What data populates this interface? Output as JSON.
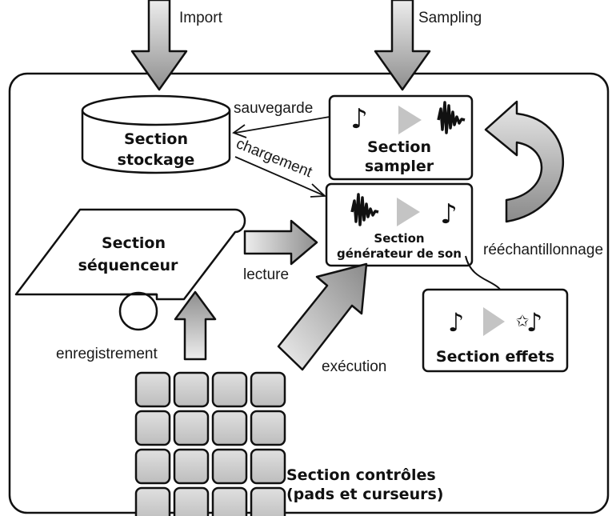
{
  "labels": {
    "import": "Import",
    "sampling": "Sampling",
    "sauvegarde": "sauvegarde",
    "chargement": "chargement",
    "lecture": "lecture",
    "enregistrement": "enregistrement",
    "execution": "exécution",
    "reechantillonnage": "rééchantillonnage"
  },
  "sections": {
    "stockage": [
      "Section",
      "stockage"
    ],
    "sampler": [
      "Section",
      "sampler"
    ],
    "generateur": [
      "Section",
      "générateur de son"
    ],
    "sequenceur": [
      "Section",
      "séquenceur"
    ],
    "effets": "Section effets",
    "controles": [
      "Section contrôles",
      "(pads et curseurs)"
    ]
  },
  "icons": {
    "note": "♪",
    "star": "✩"
  },
  "colors": {
    "arrow_fill_light": "#e4e4e4",
    "arrow_fill_dark": "#8a8a8a",
    "play_fill": "#c4c4c4",
    "pad_fill": "#cfcfcf",
    "stroke": "#111111"
  }
}
